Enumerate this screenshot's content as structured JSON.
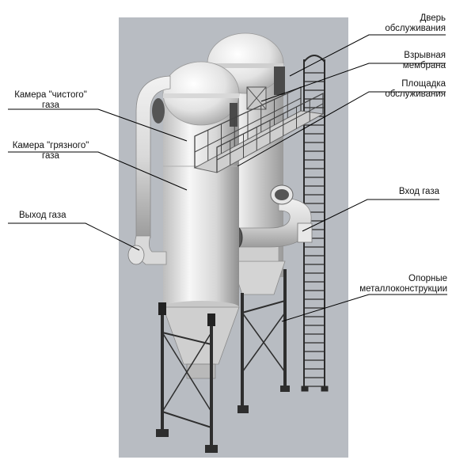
{
  "colors": {
    "background_panel": "#b8bcc2",
    "vessel_light": "#f4f4f4",
    "vessel_mid": "#d2d2d2",
    "vessel_dark": "#8c8c8c",
    "steel": "#3a3a3a",
    "leader": "#000000"
  },
  "labels": {
    "door": {
      "line1": "Дверь",
      "line2": "обслуживания"
    },
    "membrane": {
      "line1": "Взрывная",
      "line2": "мембрана"
    },
    "platform": {
      "line1": "Площадка",
      "line2": "обслуживания"
    },
    "clean_chamber": {
      "line1": "Камера \"чистого\"",
      "line2": "газа"
    },
    "dirty_chamber": {
      "line1": "Камера \"грязного\"",
      "line2": "газа"
    },
    "gas_outlet": "Выход газа",
    "gas_inlet": "Вход газа",
    "supports": {
      "line1": "Опорные",
      "line2": "металлоконструкции"
    }
  }
}
